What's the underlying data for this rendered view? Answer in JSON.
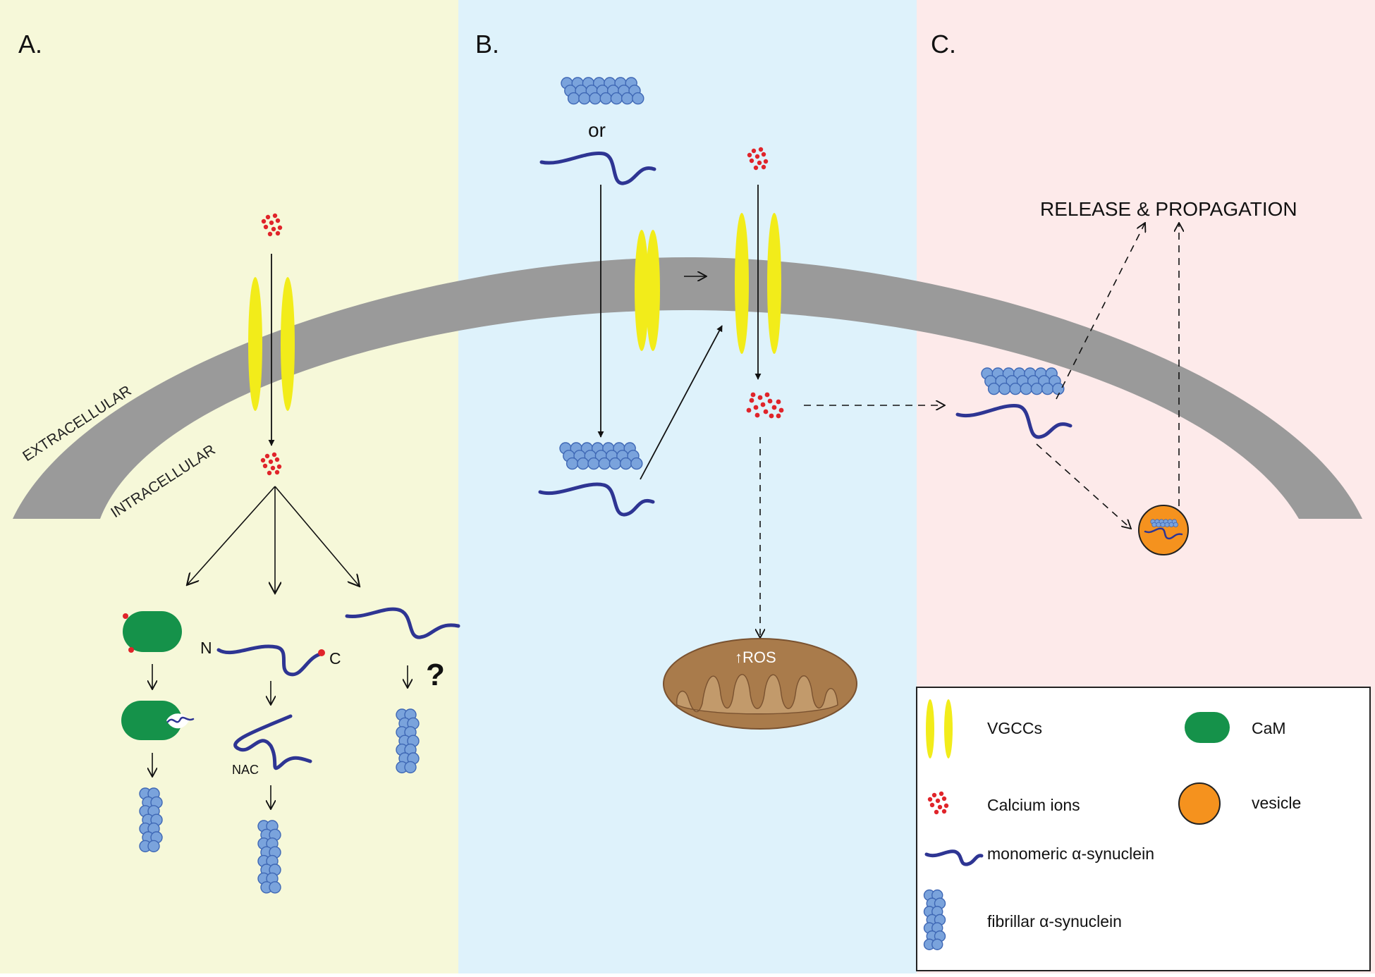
{
  "panels": {
    "a": {
      "label": "A.",
      "background": "#f6f8d9"
    },
    "b": {
      "label": "B.",
      "background": "#def2fb"
    },
    "c": {
      "label": "C.",
      "background": "#fdeaea"
    }
  },
  "membrane": {
    "color": "#9a9a9a",
    "outer_label": "EXTRACELLULAR",
    "inner_label": "INTRACELLULAR"
  },
  "panel_a": {
    "terminal_n": "N",
    "terminal_c": "C",
    "nac_label": "NAC",
    "unknown_mark": "?"
  },
  "panel_b": {
    "or_label": "or",
    "ros_label": "↑ROS"
  },
  "panel_c": {
    "release_label": "RELEASE & PROPAGATION"
  },
  "colors": {
    "channel": "#f2ec1a",
    "calcium": "#e0242a",
    "synuclein": "#2e3593",
    "fibril_fill": "#7aa3dc",
    "fibril_stroke": "#3f68b5",
    "cam": "#15924a",
    "vesicle": "#f5921e",
    "mitochondrion": "#a97b4b",
    "cristae": "#c29a6b"
  },
  "legend": {
    "items": [
      {
        "label": "VGCCs",
        "icon": "vgcc-icon"
      },
      {
        "label": "CaM",
        "icon": "cam-icon"
      },
      {
        "label": "Calcium ions",
        "icon": "calcium-ions-icon"
      },
      {
        "label": "vesicle",
        "icon": "vesicle-icon"
      },
      {
        "label": "monomeric α-synuclein",
        "icon": "monomer-icon"
      },
      {
        "label": "fibrillar α-synuclein",
        "icon": "fibril-icon"
      }
    ]
  }
}
